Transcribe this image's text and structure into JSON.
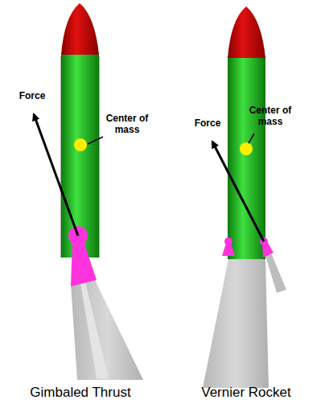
{
  "diagram": {
    "labels": [
      "Force",
      "Center of mass",
      "Force",
      "Center of mass",
      "Gimbaled Thrust",
      "Vernier Rocket"
    ]
  }
}
